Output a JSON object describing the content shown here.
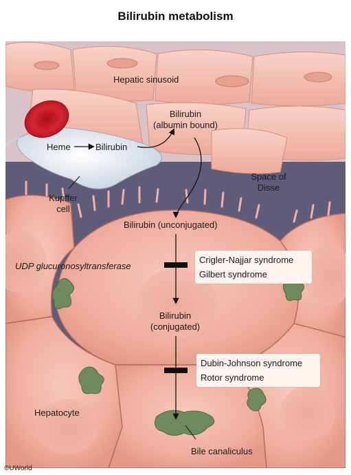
{
  "title": "Bilirubin metabolism",
  "labels": {
    "hepatic_sinusoid": "Hepatic sinusoid",
    "bilirubin_albumin_line1": "Bilirubin",
    "bilirubin_albumin_line2": "(albumin bound)",
    "heme": "Heme",
    "bilirubin_kupffer": "Bilirubin",
    "space_of_disse_line1": "Space of",
    "space_of_disse_line2": "Disse",
    "kupffer_line1": "Kupffer",
    "kupffer_line2": "cell",
    "bilirubin_unconjugated": "Bilirubin (unconjugated)",
    "enzyme": "UDP glucuronosyltransferase",
    "bilirubin_conjugated_line1": "Bilirubin",
    "bilirubin_conjugated_line2": "(conjugated)",
    "hepatocyte": "Hepatocyte",
    "bile_canaliculus": "Bile canaliculus"
  },
  "blocks": [
    {
      "syndromes": [
        "Crigler-Najjar syndrome",
        "Gilbert syndrome"
      ]
    },
    {
      "syndromes": [
        "Dubin-Johnson syndrome",
        "Rotor syndrome"
      ]
    }
  ],
  "copyright": "©UWorld",
  "colors": {
    "hepatocyte": "#f2b6a8",
    "sinusoid_wall": "#f5c4b8",
    "space_of_disse": "#5d5a78",
    "kupffer": "#e8edf3",
    "rbc": "#c81a24",
    "canaliculus": "#6f8a5c"
  }
}
